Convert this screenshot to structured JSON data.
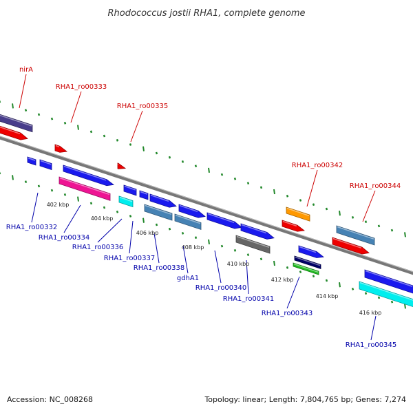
{
  "title": "Rhodococcus jostii RHA1, complete genome",
  "colors": {
    "label_top": "#cc0000",
    "label_bottom": "#0000aa",
    "dots": "#22882b",
    "backbone": "#777777"
  },
  "footer": {
    "accession": "Accession: NC_008268",
    "summary": "Topology: linear; Length: 7,804,765 bp; Genes: 7,274"
  },
  "ticks": [
    "402 kbp",
    "404 kbp",
    "406 kbp",
    "408 kbp",
    "410 kbp",
    "412 kbp",
    "414 kbp",
    "416 kbp"
  ],
  "labels_top": [
    "nirA",
    "RHA1_ro00333",
    "RHA1_ro00335",
    "RHA1_ro00342",
    "RHA1_ro00344"
  ],
  "labels_bottom": [
    "RHA1_ro00332",
    "RHA1_ro00334",
    "RHA1_ro00336",
    "RHA1_ro00337",
    "RHA1_ro00338",
    "gdhA1",
    "RHA1_ro00340",
    "RHA1_ro00341",
    "RHA1_ro00343",
    "RHA1_ro00345"
  ],
  "feature_colors": {
    "red": "#ee0000",
    "blue": "#1a1aee",
    "steelblue": "#4682b4",
    "magenta": "#ee1493",
    "cyan": "#00eeee",
    "gray": "#666666",
    "orange": "#ff9900",
    "navy": "#000066",
    "green": "#22bb22",
    "purple": "#483d8b"
  }
}
